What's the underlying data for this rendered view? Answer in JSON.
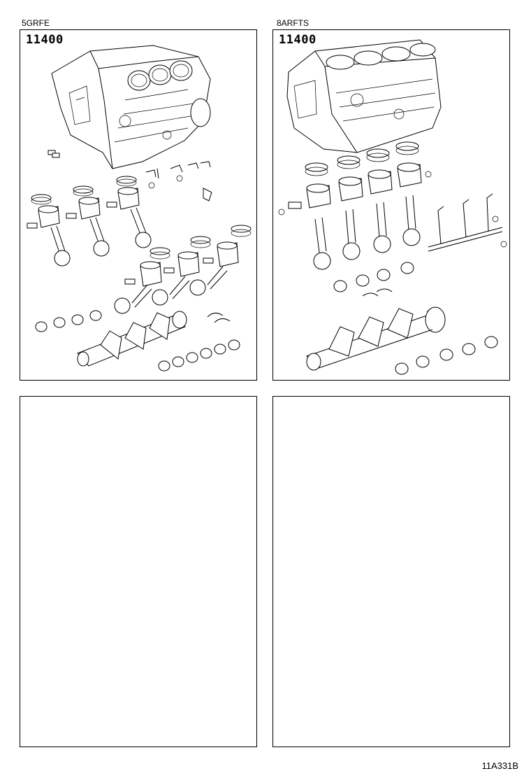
{
  "panels": [
    {
      "engine": "5GRFE",
      "part_number": "11400"
    },
    {
      "engine": "8ARFTS",
      "part_number": "11400"
    },
    {
      "engine": "",
      "part_number": ""
    },
    {
      "engine": "",
      "part_number": ""
    }
  ],
  "footer": {
    "illustration_code": "11A331B"
  }
}
